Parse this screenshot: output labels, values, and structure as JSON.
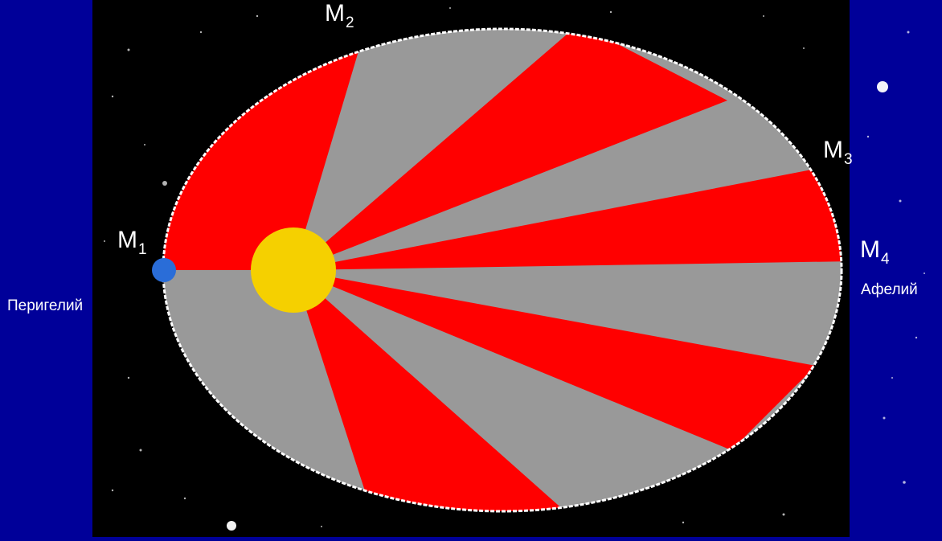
{
  "labels": {
    "m1": {
      "main": "M",
      "sub": "1"
    },
    "m2": {
      "main": "M",
      "sub": "2"
    },
    "m3": {
      "main": "M",
      "sub": "3"
    },
    "m4": {
      "main": "M",
      "sub": "4"
    },
    "perihelion": "Перигелий",
    "aphelion": "Афелий"
  },
  "colors": {
    "slide_background": "#000099",
    "space_background": "#000000",
    "sector_a": "#ff0000",
    "sector_b": "#999999",
    "orbit_outline": "#ffffff",
    "sun": "#f5d000",
    "planet": "#2a6dd8",
    "label_text": "#ffffff"
  },
  "icons": {
    "sun": "sun-icon",
    "planet": "planet-icon",
    "stars": "star-icon"
  }
}
